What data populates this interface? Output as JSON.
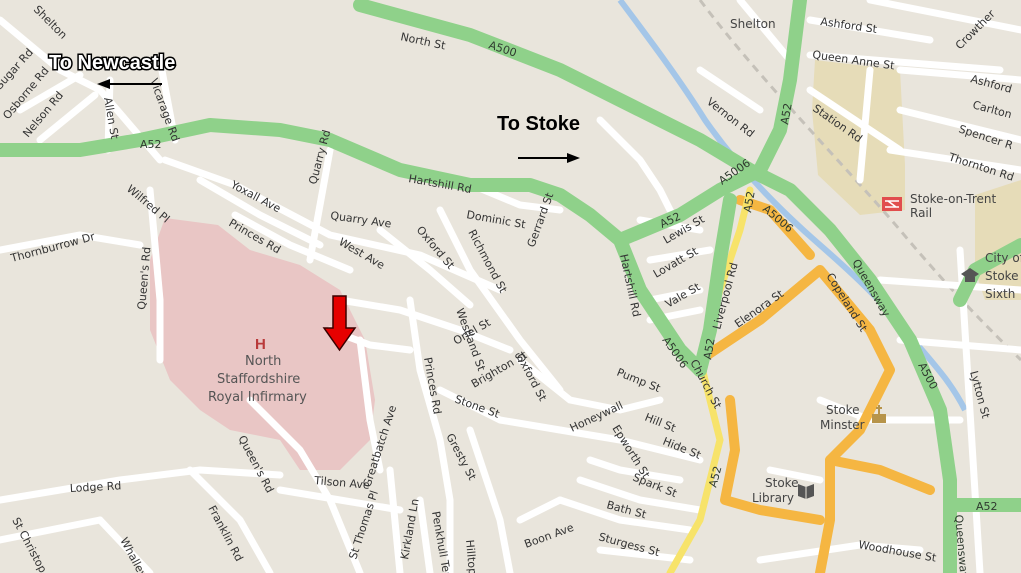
{
  "map": {
    "directions": {
      "newcastle": "To  Newcastle",
      "stoke": "To Stoke"
    },
    "hospital": {
      "marker": "H",
      "line1": "North",
      "line2": "Staffordshire",
      "line3": "Royal Infirmary"
    },
    "places": {
      "shelton": "Shelton",
      "rail_line1": "Stoke-on-Trent",
      "rail_line2": "Rail",
      "minster_line1": "Stoke",
      "minster_line2": "Minster",
      "library_line1": "Stoke",
      "library_line2": "Library",
      "sixth_line1": "City of",
      "sixth_line2": "Stoke",
      "sixth_line3": "Sixth"
    },
    "roads": {
      "a500_top": "A500",
      "a500_right": "A500",
      "a52_left": "A52",
      "a52_mid": "A52",
      "a52_top": "A52",
      "a52_vertical": "A52",
      "a52_liverpool": "A52",
      "a52_church": "A52",
      "a52_bottom_right": "A52",
      "a5006_top": "A5006",
      "a5006_upper": "A5006",
      "a5006_lower": "A5006",
      "queensway": "Queensway",
      "queensway_bottom": "Queensway"
    },
    "streets": [
      "Shelton",
      "North St",
      "Ashford St",
      "Queen Anne St",
      "Crowther",
      "Ashford",
      "Carlton",
      "Spencer R",
      "Thornton Rd",
      "Station Rd",
      "Vernon Rd",
      "Hartshill Rd",
      "Quarry Rd",
      "Yoxall Ave",
      "Quarry Ave",
      "Dominic St",
      "Gerrard St",
      "Oxford St",
      "West Ave",
      "Princes Rd",
      "Richmond St",
      "Wilfred Pl",
      "Thornburrow Dr",
      "Queen's Rd",
      "Allen St",
      "Vicarage Rd",
      "Osborne Rd",
      "Nelson Rd",
      "Lewis St",
      "Lovatt St",
      "Vale St",
      "Liverpool Rd",
      "Elenora St",
      "Copeland St",
      "Hartshill Rd",
      "Westland St",
      "Oriel St",
      "Brighton St",
      "Oxford St",
      "Princes Rd",
      "Greatbatch Ave",
      "Stone St",
      "Gresty St",
      "Honeywall",
      "Pump St",
      "Hill St",
      "Epworth St",
      "Hide St",
      "Church St",
      "Spark St",
      "Bath St",
      "Sturgess St",
      "Boon Ave",
      "Tilson Ave",
      "St Thomas Pl",
      "Kirkland Ln",
      "Penkhull Terrace",
      "Hilltop Pl",
      "Lodge Rd",
      "Franklin Rd",
      "Whalley",
      "St Christop",
      "Queen's Rd",
      "Lytton St",
      "Woodhouse St",
      "Shelton",
      "Sugar Rd"
    ],
    "colors": {
      "background": "#e9e5dc",
      "major_road": "#8fd18a",
      "secondary_road": "#f5b642",
      "minor_road": "#ffffff",
      "hospital_area": "#e9c6c5",
      "campus_area": "#e6dcb8",
      "water": "#a4c6e8",
      "marker_arrow": "#e60000"
    }
  }
}
